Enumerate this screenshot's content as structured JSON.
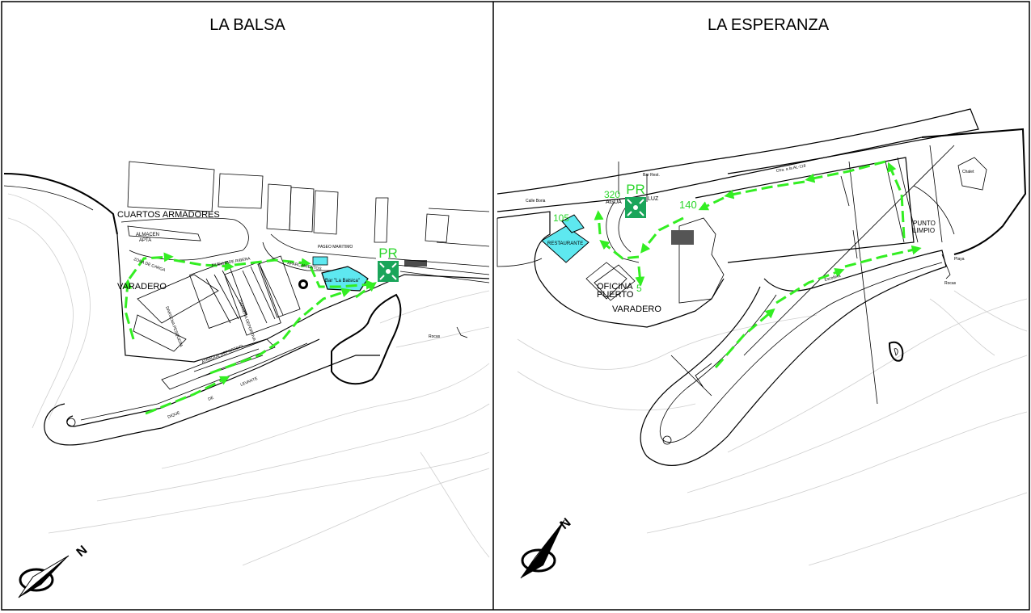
{
  "panels": {
    "left": {
      "title": "LA BALSA",
      "labels": {
        "cuartos": "CUARTOS ARMADORES",
        "almacen": "ALMACEN",
        "apta": "APTA",
        "varadero": "VARADERO",
        "zona": "ZONA DE CARGA",
        "muelle": "MUELLE DE RIBERA",
        "paseo": "PASEO MARITIMO",
        "bar": "Bar \"La Balsica\"",
        "darsena_pesquera": "DARSENA PESQUERA",
        "darsena_deportiva": "DARSENA DEPORTIVA",
        "atraque": "ATRAQUE DEPORTIVO",
        "dique": "DIQUE",
        "de": "DE",
        "levante": "LEVANTE",
        "rocas": "Rocas",
        "aparcamientos": "APARCAMIENTOS",
        "pr": "PR"
      }
    },
    "right": {
      "title": "LA ESPERANZA",
      "labels": {
        "calle": "Calle Boria",
        "restaurante": "RESTAURANTE",
        "oficina": "OFICINA",
        "puerto": "PUERTO",
        "varadero": "VARADERO",
        "bar_rest": "Bar Rest.",
        "carretera": "Ctra. a la AL-118",
        "agua": "AGUA",
        "luz": "LUZ",
        "punto": "PUNTO",
        "limpio": "LIMPIO",
        "chalet": "Chalet",
        "playa": "Playa",
        "rocas": "Rocas",
        "escollera": "Escollera",
        "pr": "PR",
        "d320": "320",
        "d140": "140",
        "d5": "5",
        "d105": "105"
      }
    }
  },
  "compass": {
    "north": "N"
  },
  "colors": {
    "route": "#33ee22",
    "assembly_point": "#1aa55a",
    "building_highlight": "#5ee8f0",
    "contour": "#cfcfcf"
  },
  "icons": [
    "assembly-point-icon",
    "compass-icon",
    "arrow-icon"
  ]
}
